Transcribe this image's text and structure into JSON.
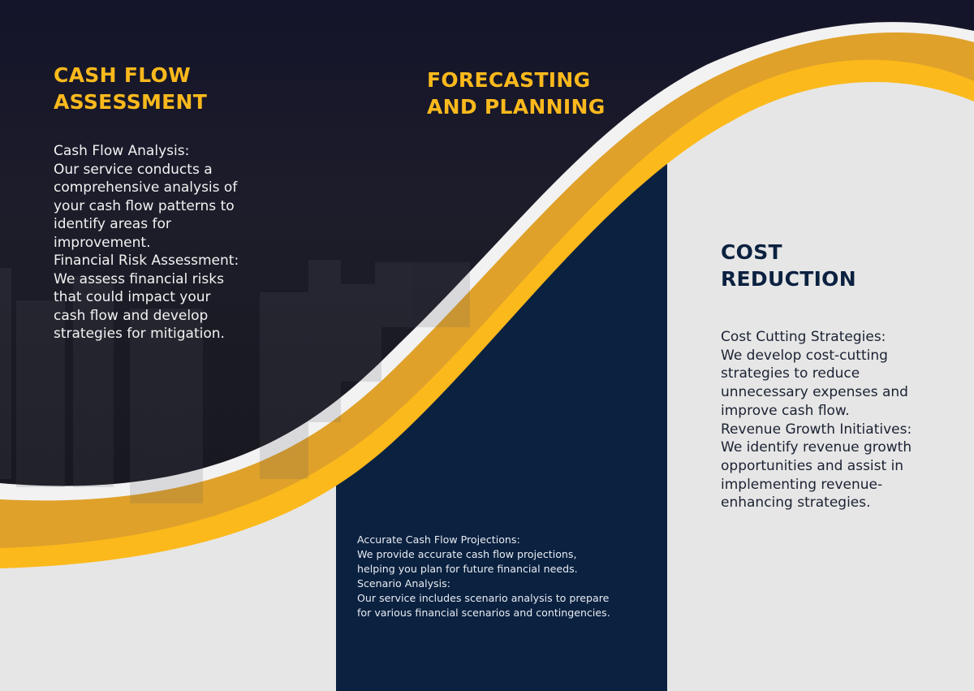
{
  "colors": {
    "dark_background": "#1a1a25",
    "navy": "#0b2140",
    "gold_dark": "#dfa12a",
    "gold_bright": "#fbb91c",
    "white_stripe": "#f2f2f2",
    "light_gray": "#e6e6e6"
  },
  "panels": {
    "cash_flow": {
      "title_line1": "CASH FLOW",
      "title_line2": "ASSESSMENT",
      "items": [
        {
          "label": "Cash Flow Analysis:",
          "lines": [
            "Our service conducts a",
            "comprehensive analysis of",
            "your cash flow patterns to",
            "identify areas for",
            "improvement."
          ]
        },
        {
          "label": "Financial Risk Assessment:",
          "lines": [
            "We assess financial risks",
            "that could impact your",
            "cash flow and develop",
            "strategies for mitigation."
          ]
        }
      ]
    },
    "forecasting": {
      "title_line1": "FORECASTING",
      "title_line2": "AND PLANNING",
      "items": [
        {
          "label": "Accurate Cash Flow Projections:",
          "lines": [
            "We provide accurate cash flow projections,",
            "helping you plan for future financial needs."
          ]
        },
        {
          "label": "Scenario Analysis:",
          "lines": [
            "Our service includes scenario analysis to prepare",
            "for various financial scenarios and contingencies."
          ]
        }
      ]
    },
    "cost_reduction": {
      "title_line1": "COST",
      "title_line2": "REDUCTION",
      "items": [
        {
          "label": "Cost Cutting Strategies:",
          "lines": [
            "We develop cost-cutting",
            "strategies to reduce",
            "unnecessary expenses and",
            "improve cash flow."
          ]
        },
        {
          "label": "Revenue Growth Initiatives:",
          "lines": [
            "We identify revenue growth",
            "opportunities and assist in",
            "implementing revenue-",
            "enhancing strategies."
          ]
        }
      ]
    }
  }
}
